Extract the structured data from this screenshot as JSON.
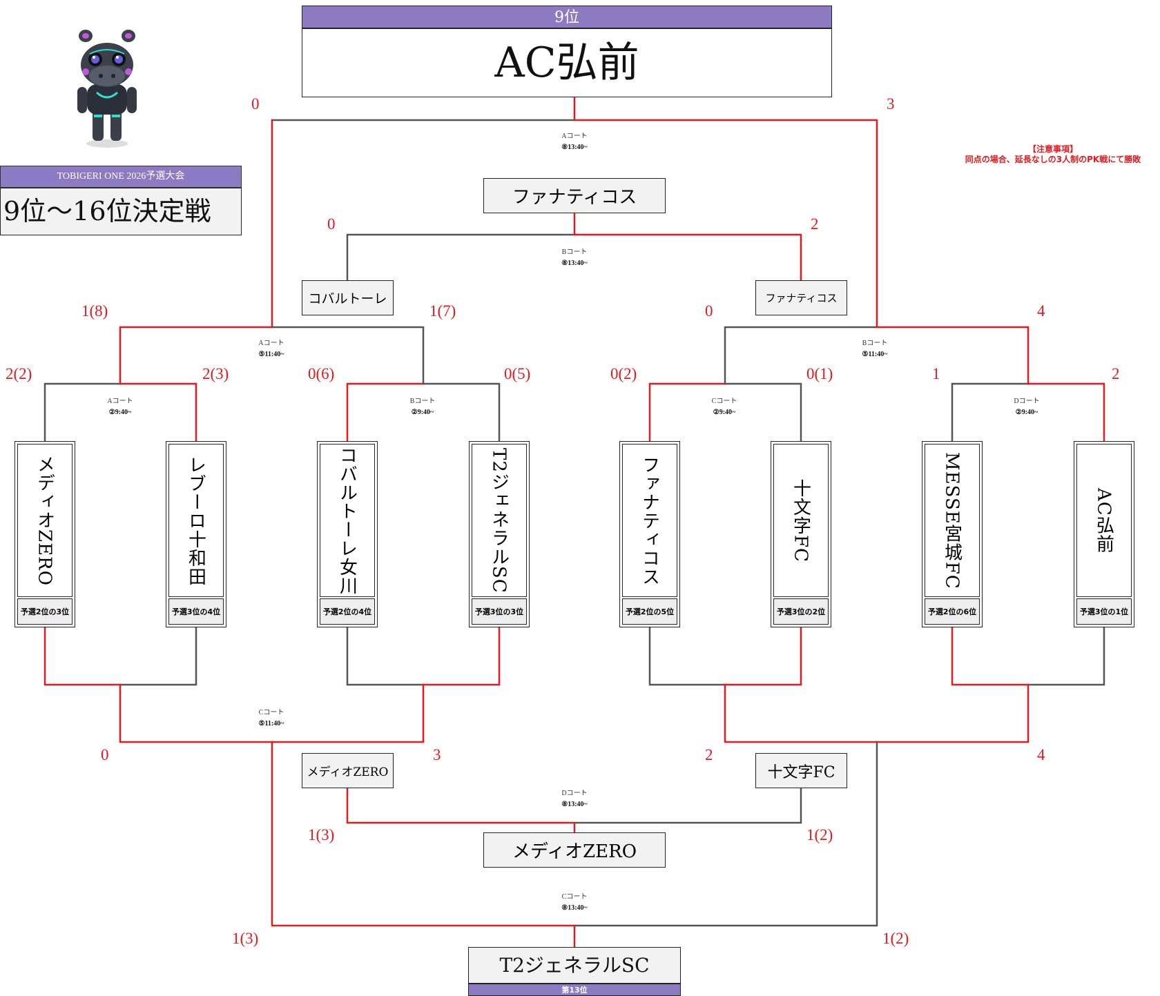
{
  "colors": {
    "win": "#e8191d",
    "lose": "#555555",
    "header": "#8c7ac2"
  },
  "event": {
    "name": "TOBIGERI ONE 2026予選大会",
    "title": "9位〜16位決定戦",
    "mascot": "hippo-robot-mascot"
  },
  "notes": {
    "heading": "【注意事項】",
    "line": "同点の場合、延長なしの3人制のPK戦にて勝敗"
  },
  "top_result": {
    "rank": "9位",
    "team": "AC弘前"
  },
  "bottom_result": {
    "rank": "第13位",
    "team": "T2ジェネラルSC"
  },
  "teams": [
    {
      "name": "メディオZERO",
      "seed": "予選2位の3位"
    },
    {
      "name": "レブーロ十和田",
      "seed": "予選3位の4位"
    },
    {
      "name": "コバルトーレ女川",
      "seed": "予選2位の4位"
    },
    {
      "name": "T2ジェネラルSC",
      "seed": "予選3位の3位"
    },
    {
      "name": "ファナティコス",
      "seed": "予選2位の5位"
    },
    {
      "name": "十文字FC",
      "seed": "予選3位の2位"
    },
    {
      "name": "MESSE宮城FC",
      "seed": "予選2位の6位"
    },
    {
      "name": "AC弘前",
      "seed": "予選3位の1位"
    }
  ],
  "round1": [
    {
      "court": "Aコート",
      "time": "②9:40~",
      "score_left": "2(2)",
      "score_right": "2(3)"
    },
    {
      "court": "Bコート",
      "time": "②9:40~",
      "score_left": "0(6)",
      "score_right": "0(5)"
    },
    {
      "court": "Cコート",
      "time": "②9:40~",
      "score_left": "0(2)",
      "score_right": "0(1)"
    },
    {
      "court": "Dコート",
      "time": "②9:40~",
      "score_left": "1",
      "score_right": "2"
    }
  ],
  "round2_upper": [
    {
      "court": "Aコート",
      "time": "⑤11:40~",
      "score_left": "1(8)",
      "score_right": "1(7)"
    },
    {
      "court": "Bコート",
      "time": "⑤11:40~",
      "score_left": "0",
      "score_right": "4"
    }
  ],
  "final_upper": {
    "court": "Aコート",
    "time": "⑧13:40~",
    "score_left": "0",
    "score_right": "3"
  },
  "upper_losers": {
    "left": "コバルトーレ",
    "right": "ファナティコス",
    "winner": "ファナティコス",
    "court": "Bコート",
    "time": "⑧13:40~",
    "score_left": "0",
    "score_right": "2"
  },
  "round2_lower": [
    {
      "court": "Cコート",
      "time": "⑤11:40~",
      "score_left": "0",
      "score_right": "3"
    },
    {
      "court": "",
      "time": "",
      "score_left": "2",
      "score_right": "4"
    }
  ],
  "lower_winners": {
    "left": "メディオZERO",
    "right": "十文字FC",
    "winner": "メディオZERO",
    "court": "Dコート",
    "time": "⑧13:40~",
    "score_left": "1(3)",
    "score_right": "1(2)"
  },
  "final_lower": {
    "court": "Cコート",
    "time": "⑧13:40~",
    "score_left": "1(3)",
    "score_right": "1(2)"
  }
}
